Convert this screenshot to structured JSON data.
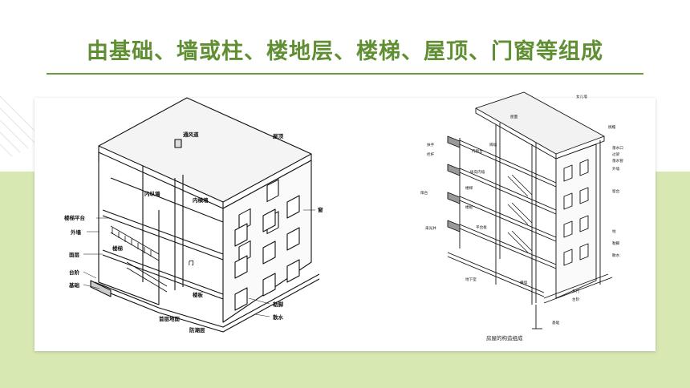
{
  "slide": {
    "title": "由基础、墙或柱、楼地层、楼梯、屋顶、门窗等组成",
    "colors": {
      "title": "#5f8f32",
      "band": "#d7e8b3",
      "rule": "#6b9a3a"
    }
  },
  "figure_left": {
    "labels": {
      "vent": "通风道",
      "roof": "屋顶",
      "inner_long_wall": "内纵墙",
      "inner_cross_wall": "内横墙",
      "window": "窗",
      "landing": "楼梯平台",
      "outer_wall": "外墙",
      "stair": "楼梯",
      "ground": "面层",
      "steps": "台阶",
      "foundation": "基础",
      "door": "门",
      "floor_slab": "楼板",
      "apron": "勒脚",
      "scatter_water": "散水",
      "ground_floor": "首层地面",
      "damp_course": "防潮层"
    }
  },
  "figure_right": {
    "caption": "房屋的构造组成",
    "labels": {
      "parapet": "女儿墙",
      "roof": "屋面",
      "eave": "挑檐",
      "gutter": "落水口",
      "beam": "过梁",
      "downpipe": "落水管",
      "outer_wall": "外墙",
      "rail": "扶手",
      "rail2": "栏杆",
      "inner_window": "内窗台",
      "partition": "隔墙",
      "inner_wall": "纵向内墙",
      "balcony": "阳台",
      "stair": "楼梯",
      "platform": "平台板",
      "slab": "楼板",
      "floor": "地下室",
      "sill": "窗台",
      "column": "柱",
      "apron": "勒脚",
      "scatter_water": "散水",
      "outer_door": "外门",
      "steps": "台阶",
      "foundation": "基础",
      "well": "采光井",
      "cross_wall": "横墙"
    }
  }
}
